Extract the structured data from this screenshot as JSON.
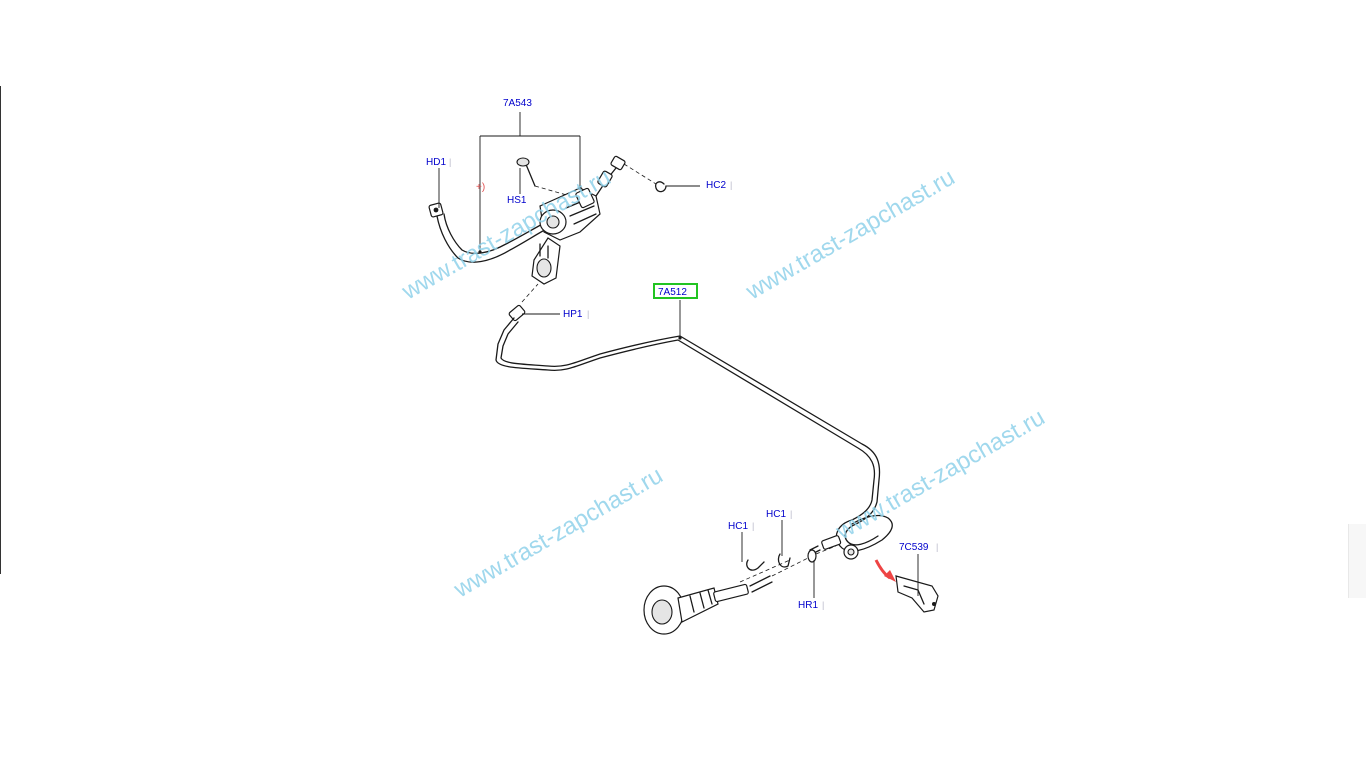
{
  "watermark": "www.trast-zapchast.ru",
  "callouts": {
    "c7A543": "7A543",
    "cHD1": "HD1",
    "cHS1": "HS1",
    "cHC2": "HC2",
    "cHP1": "HP1",
    "c7A512": "7A512",
    "cHC1a": "HC1",
    "cHC1b": "HC1",
    "cHR1": "HR1",
    "c7C539": "7C539"
  },
  "note_mark": "+)",
  "selected_callout": "7A512",
  "colors": {
    "callout_text": "#0000cc",
    "selected_box": "#22c422",
    "watermark": "#8fd1ea",
    "note_mark": "#e05050",
    "arrow": "#ee4444"
  }
}
